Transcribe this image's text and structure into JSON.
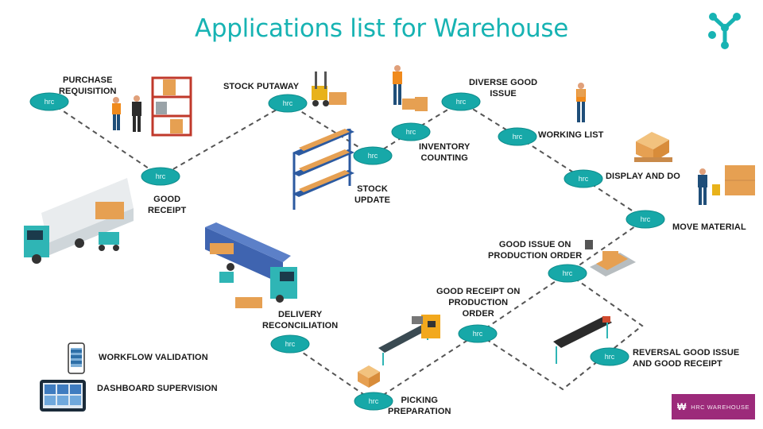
{
  "title": "Applications list for Warehouse",
  "node_badge": "hrc",
  "steps": {
    "purchase_requisition": [
      "PURCHASE",
      "REQUISITION"
    ],
    "stock_putaway": [
      "STOCK PUTAWAY"
    ],
    "good_receipt": [
      "GOOD",
      "RECEIPT"
    ],
    "stock_update": [
      "STOCK",
      "UPDATE"
    ],
    "inventory_counting": [
      "INVENTORY",
      "COUNTING"
    ],
    "diverse_good_issue": [
      "DIVERSE GOOD",
      "ISSUE"
    ],
    "working_list": [
      "WORKING LIST"
    ],
    "display_and_do": [
      "DISPLAY AND DO"
    ],
    "move_material": [
      "MOVE MATERIAL"
    ],
    "good_issue_production": [
      "GOOD ISSUE ON",
      "PRODUCTION ORDER"
    ],
    "good_receipt_production": [
      "GOOD RECEIPT ON",
      "PRODUCTION",
      "ORDER"
    ],
    "reversal": [
      "REVERSAL GOOD ISSUE",
      "AND GOOD RECEIPT"
    ],
    "delivery_reconciliation": [
      "DELIVERY",
      "RECONCILIATION"
    ],
    "picking_preparation": [
      "PICKING",
      "PREPARATION"
    ]
  },
  "legend": {
    "workflow_validation": "WORKFLOW VALIDATION",
    "dashboard_supervision": "DASHBOARD SUPERVISION"
  },
  "brand": {
    "logo_text": "HRC WAREHOUSE"
  },
  "colors": {
    "accent": "#17b3b3",
    "node": "#17a8a8",
    "connector": "#555555",
    "brand": "#9c2a7a"
  }
}
